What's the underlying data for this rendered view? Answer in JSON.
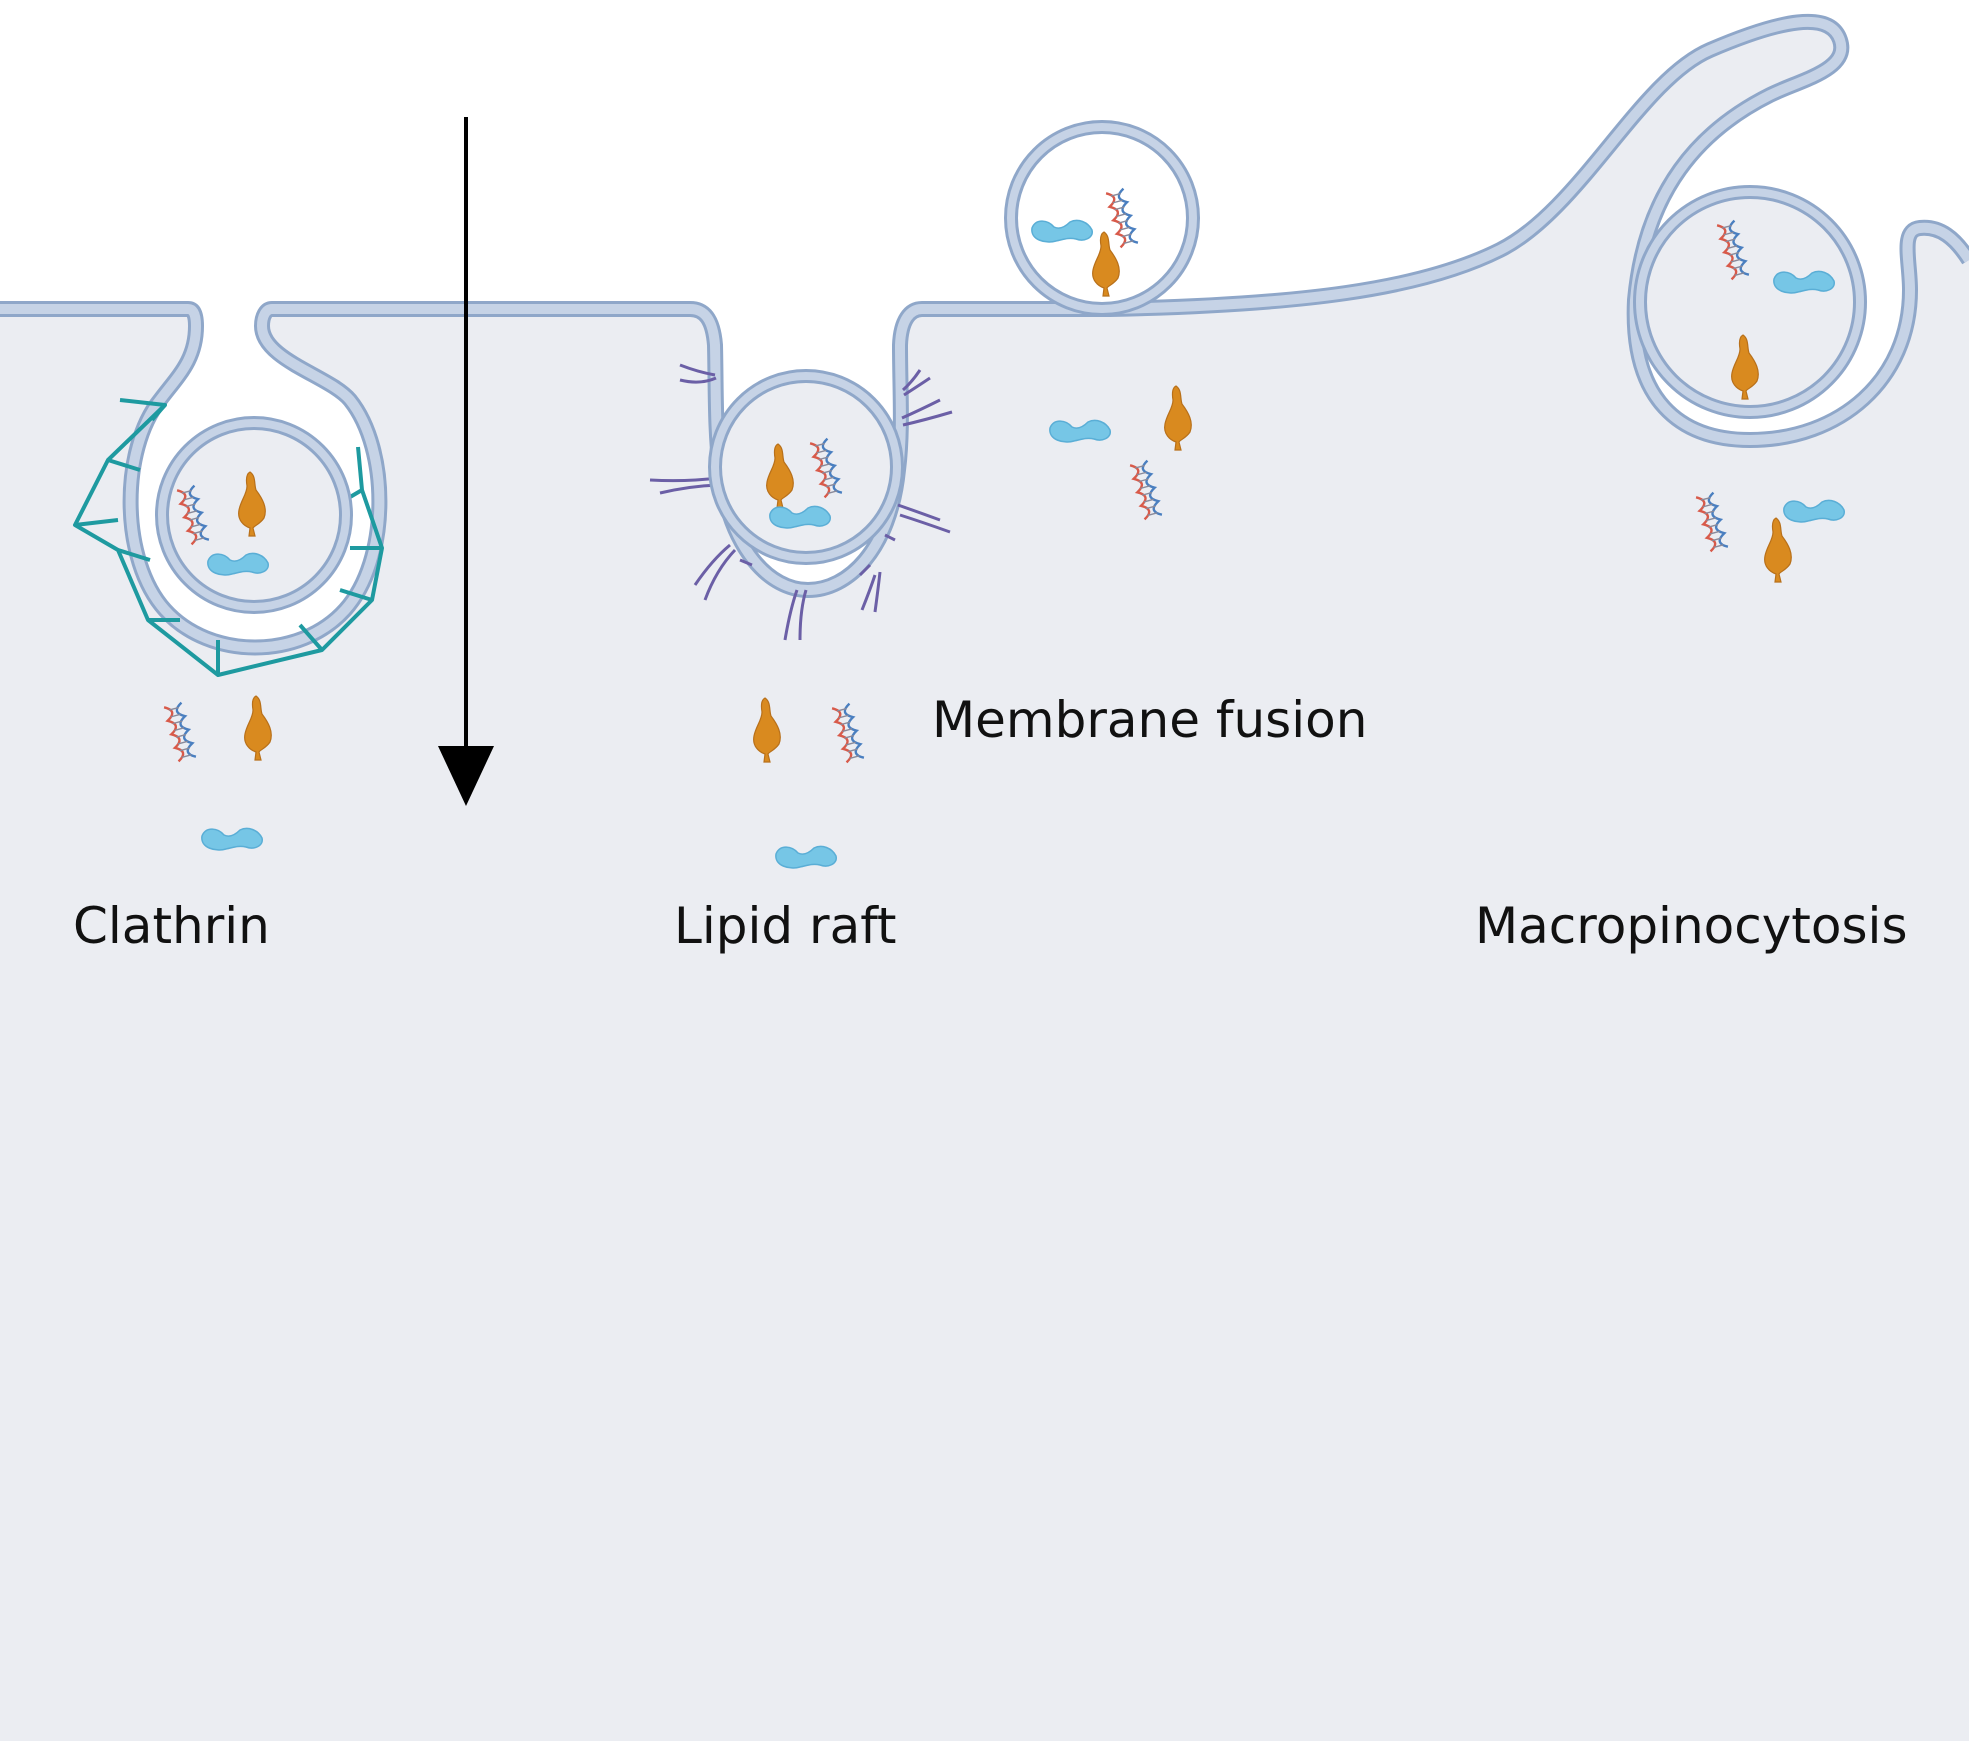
{
  "labels": {
    "clathrin": "Clathrin",
    "lipid_raft": "Lipid raft",
    "membrane_fusion": "Membrane fusion",
    "macropinocytosis": "Macropinocytosis"
  },
  "icons": {
    "nucleic_acid": "nucleic-acid-icon",
    "protein": "protein-icon",
    "drug_molecule": "drug-molecule-icon",
    "clathrin_coat": "clathrin-coat-icon",
    "raft_protein": "raft-protein-icon",
    "direction_arrow": "arrow-down-icon"
  },
  "colors": {
    "cytoplasm": "#ebedf2",
    "membrane_fill": "#c6d3e6",
    "membrane_stroke": "#8fa7c9",
    "clathrin": "#1e9aa0",
    "raft": "#6b5fa6",
    "protein": "#76c6e6",
    "drug": "#d98a1f",
    "dna_red": "#d85a4a",
    "dna_blue": "#4a7fc0"
  }
}
